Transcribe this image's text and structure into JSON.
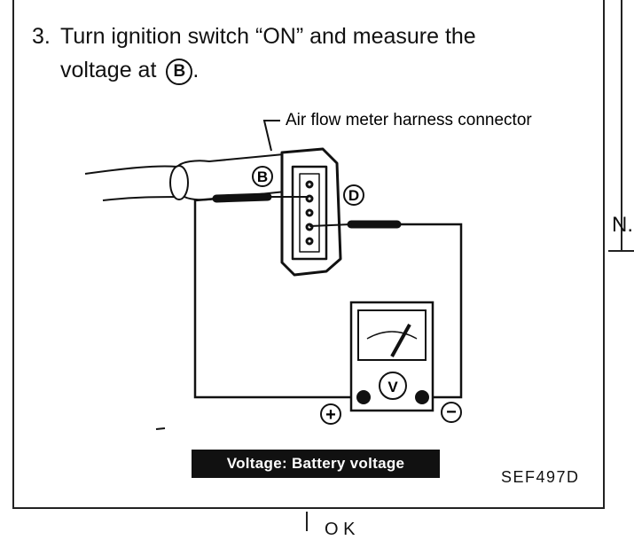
{
  "step": {
    "number": "3.",
    "line1": "Turn ignition switch “ON” and measure the",
    "line2": "voltage at",
    "terminal": "B",
    "line2_end": "."
  },
  "diagram": {
    "connector_callout": "Air flow meter harness connector",
    "terminal_b": "B",
    "terminal_d": "D",
    "meter_symbol": "V",
    "positive_symbol": "+",
    "negative_symbol": "−"
  },
  "result_label": "Voltage:  Battery voltage",
  "figure_code": "SEF497D",
  "side_text": "N.",
  "bottom_text": "O K"
}
